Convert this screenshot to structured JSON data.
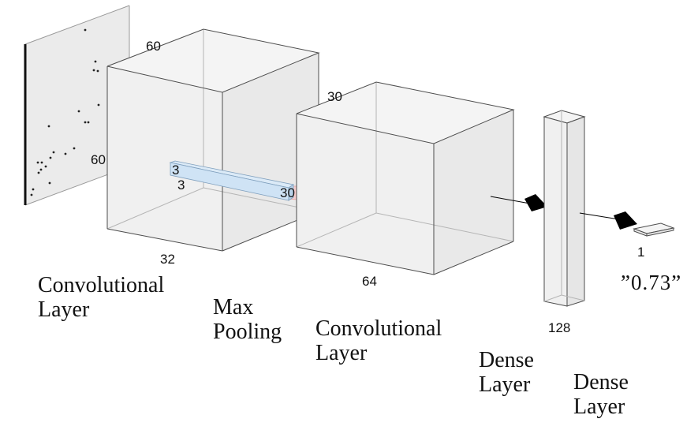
{
  "dimension_labels": {
    "input_height": "60",
    "input_width": "60",
    "conv1_depth": "32",
    "kernel_h": "3",
    "kernel_w": "3",
    "pool_height": "30",
    "pool_width": "30",
    "conv2_depth": "64",
    "dense1_units": "128",
    "dense2_units": "1"
  },
  "layer_captions": {
    "conv1": [
      "Convolutional",
      "Layer"
    ],
    "pool": [
      "Max",
      "Pooling"
    ],
    "conv2": [
      "Convolutional",
      "Layer"
    ],
    "dense1": [
      "Dense",
      "Layer"
    ],
    "dense2": [
      "Dense",
      "Layer"
    ]
  },
  "output_value": "”0.73”",
  "colors": {
    "box_face": "#f0f0f0",
    "box_edge": "#4d4d4d",
    "kernel_fill": "#cfe3f5",
    "pool_cone": "#f5cccc",
    "arrow": "#000000",
    "input_border": "#111111"
  }
}
